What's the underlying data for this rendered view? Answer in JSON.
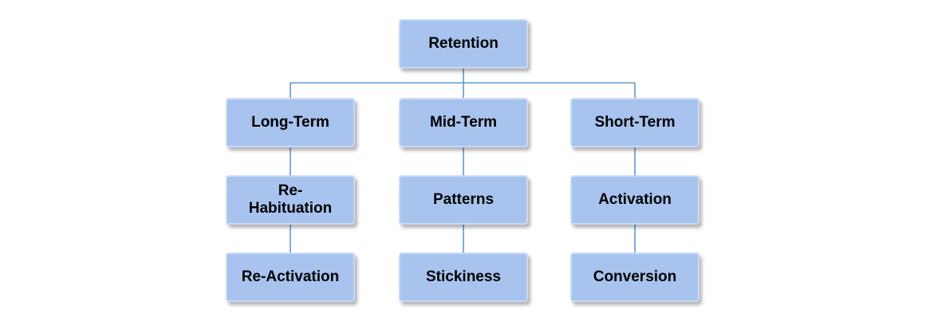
{
  "diagram": {
    "root": {
      "label": "Retention"
    },
    "branches": [
      {
        "label": "Long-Term",
        "children": [
          "Re-\nHabituation",
          "Re-Activation"
        ]
      },
      {
        "label": "Mid-Term",
        "children": [
          "Patterns",
          "Stickiness"
        ]
      },
      {
        "label": "Short-Term",
        "children": [
          "Activation",
          "Conversion"
        ]
      }
    ],
    "colors": {
      "node_fill": "#a8c3ee",
      "node_border": "#c9daf6",
      "connector": "#5b9bd5"
    }
  }
}
